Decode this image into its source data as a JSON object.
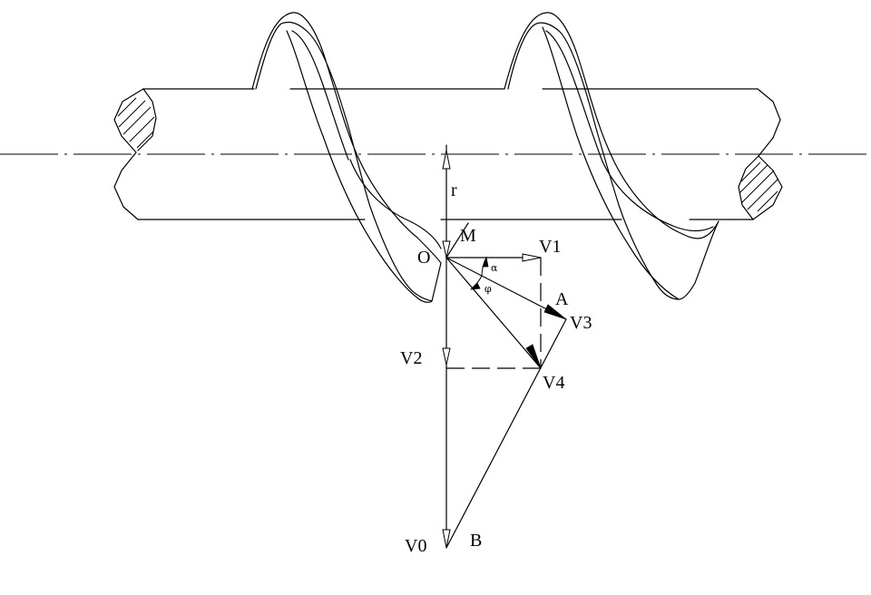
{
  "labels": {
    "r": "r",
    "O": "O",
    "M": "M",
    "V1": "V1",
    "A": "A",
    "V3": "V3",
    "V2": "V2",
    "V4": "V4",
    "V0": "V0",
    "B": "B",
    "alpha": "α",
    "phi": "φ"
  },
  "colors": {
    "line": "#000000",
    "background": "#ffffff"
  }
}
